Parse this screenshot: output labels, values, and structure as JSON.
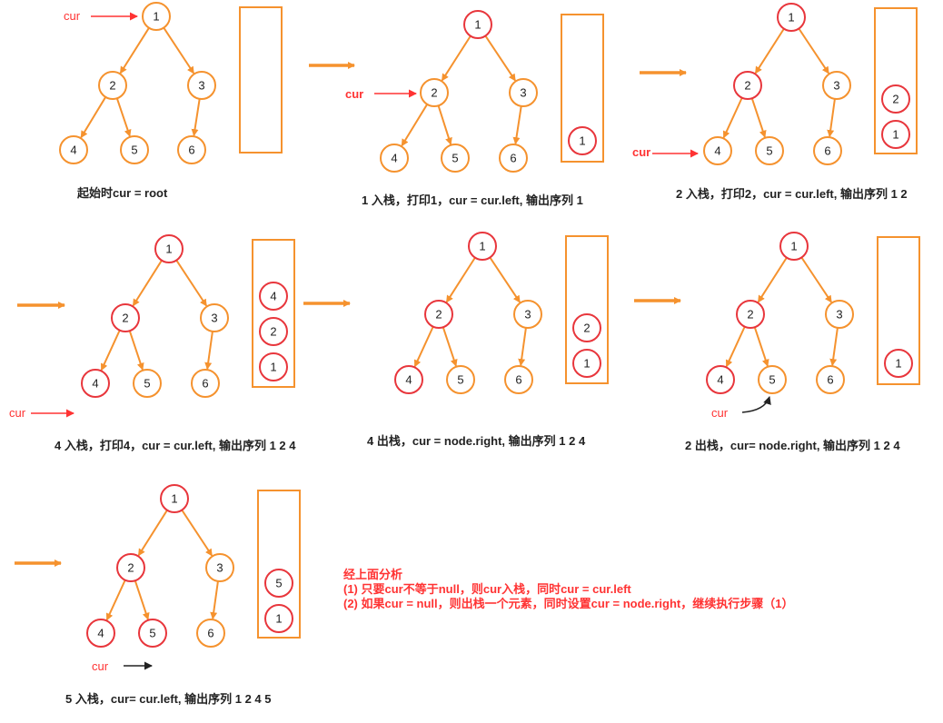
{
  "colors": {
    "orange": "#f5922e",
    "red": "#e8363c",
    "cur_red": "#ff3333",
    "black": "#222222"
  },
  "cur_label": "cur",
  "panels": [
    {
      "caption": "起始时cur = root",
      "tree": {
        "red_nodes": [],
        "orange_nodes": [
          "1",
          "2",
          "3",
          "4",
          "5",
          "6"
        ]
      },
      "stack": []
    },
    {
      "caption": "1 入栈，打印1，cur = cur.left, 输出序列 1",
      "tree": {
        "red_nodes": [
          "1"
        ],
        "orange_nodes": [
          "2",
          "3",
          "4",
          "5",
          "6"
        ]
      },
      "stack": [
        "1"
      ]
    },
    {
      "caption": "2 入栈，打印2，cur = cur.left, 输出序列 1 2",
      "tree": {
        "red_nodes": [
          "1",
          "2"
        ],
        "orange_nodes": [
          "3",
          "4",
          "5",
          "6"
        ]
      },
      "stack": [
        "2",
        "1"
      ]
    },
    {
      "caption": "4 入栈，打印4，cur = cur.left, 输出序列 1 2 4",
      "tree": {
        "red_nodes": [
          "1",
          "2",
          "4"
        ],
        "orange_nodes": [
          "3",
          "5",
          "6"
        ]
      },
      "stack": [
        "4",
        "2",
        "1"
      ]
    },
    {
      "caption": "4 出栈，cur = node.right, 输出序列 1 2 4",
      "tree": {
        "red_nodes": [
          "1",
          "2",
          "4"
        ],
        "orange_nodes": [
          "3",
          "5",
          "6"
        ]
      },
      "stack": [
        "2",
        "1"
      ]
    },
    {
      "caption": "2 出栈，cur= node.right, 输出序列 1 2 4",
      "tree": {
        "red_nodes": [
          "1",
          "2",
          "4"
        ],
        "orange_nodes": [
          "3",
          "5",
          "6"
        ]
      },
      "stack": [
        "1"
      ]
    },
    {
      "caption": "5 入栈，cur= cur.left, 输出序列 1 2 4 5",
      "tree": {
        "red_nodes": [
          "1",
          "2",
          "4",
          "5"
        ],
        "orange_nodes": [
          "3",
          "6"
        ]
      },
      "stack": [
        "5",
        "1"
      ]
    }
  ],
  "analysis": {
    "title": "经上面分析",
    "lines": [
      "(1) 只要cur不等于null，则cur入栈，同时cur = cur.left",
      "(2) 如果cur = null，则出栈一个元素，同时设置cur = node.right，继续执行步骤（1）"
    ]
  }
}
